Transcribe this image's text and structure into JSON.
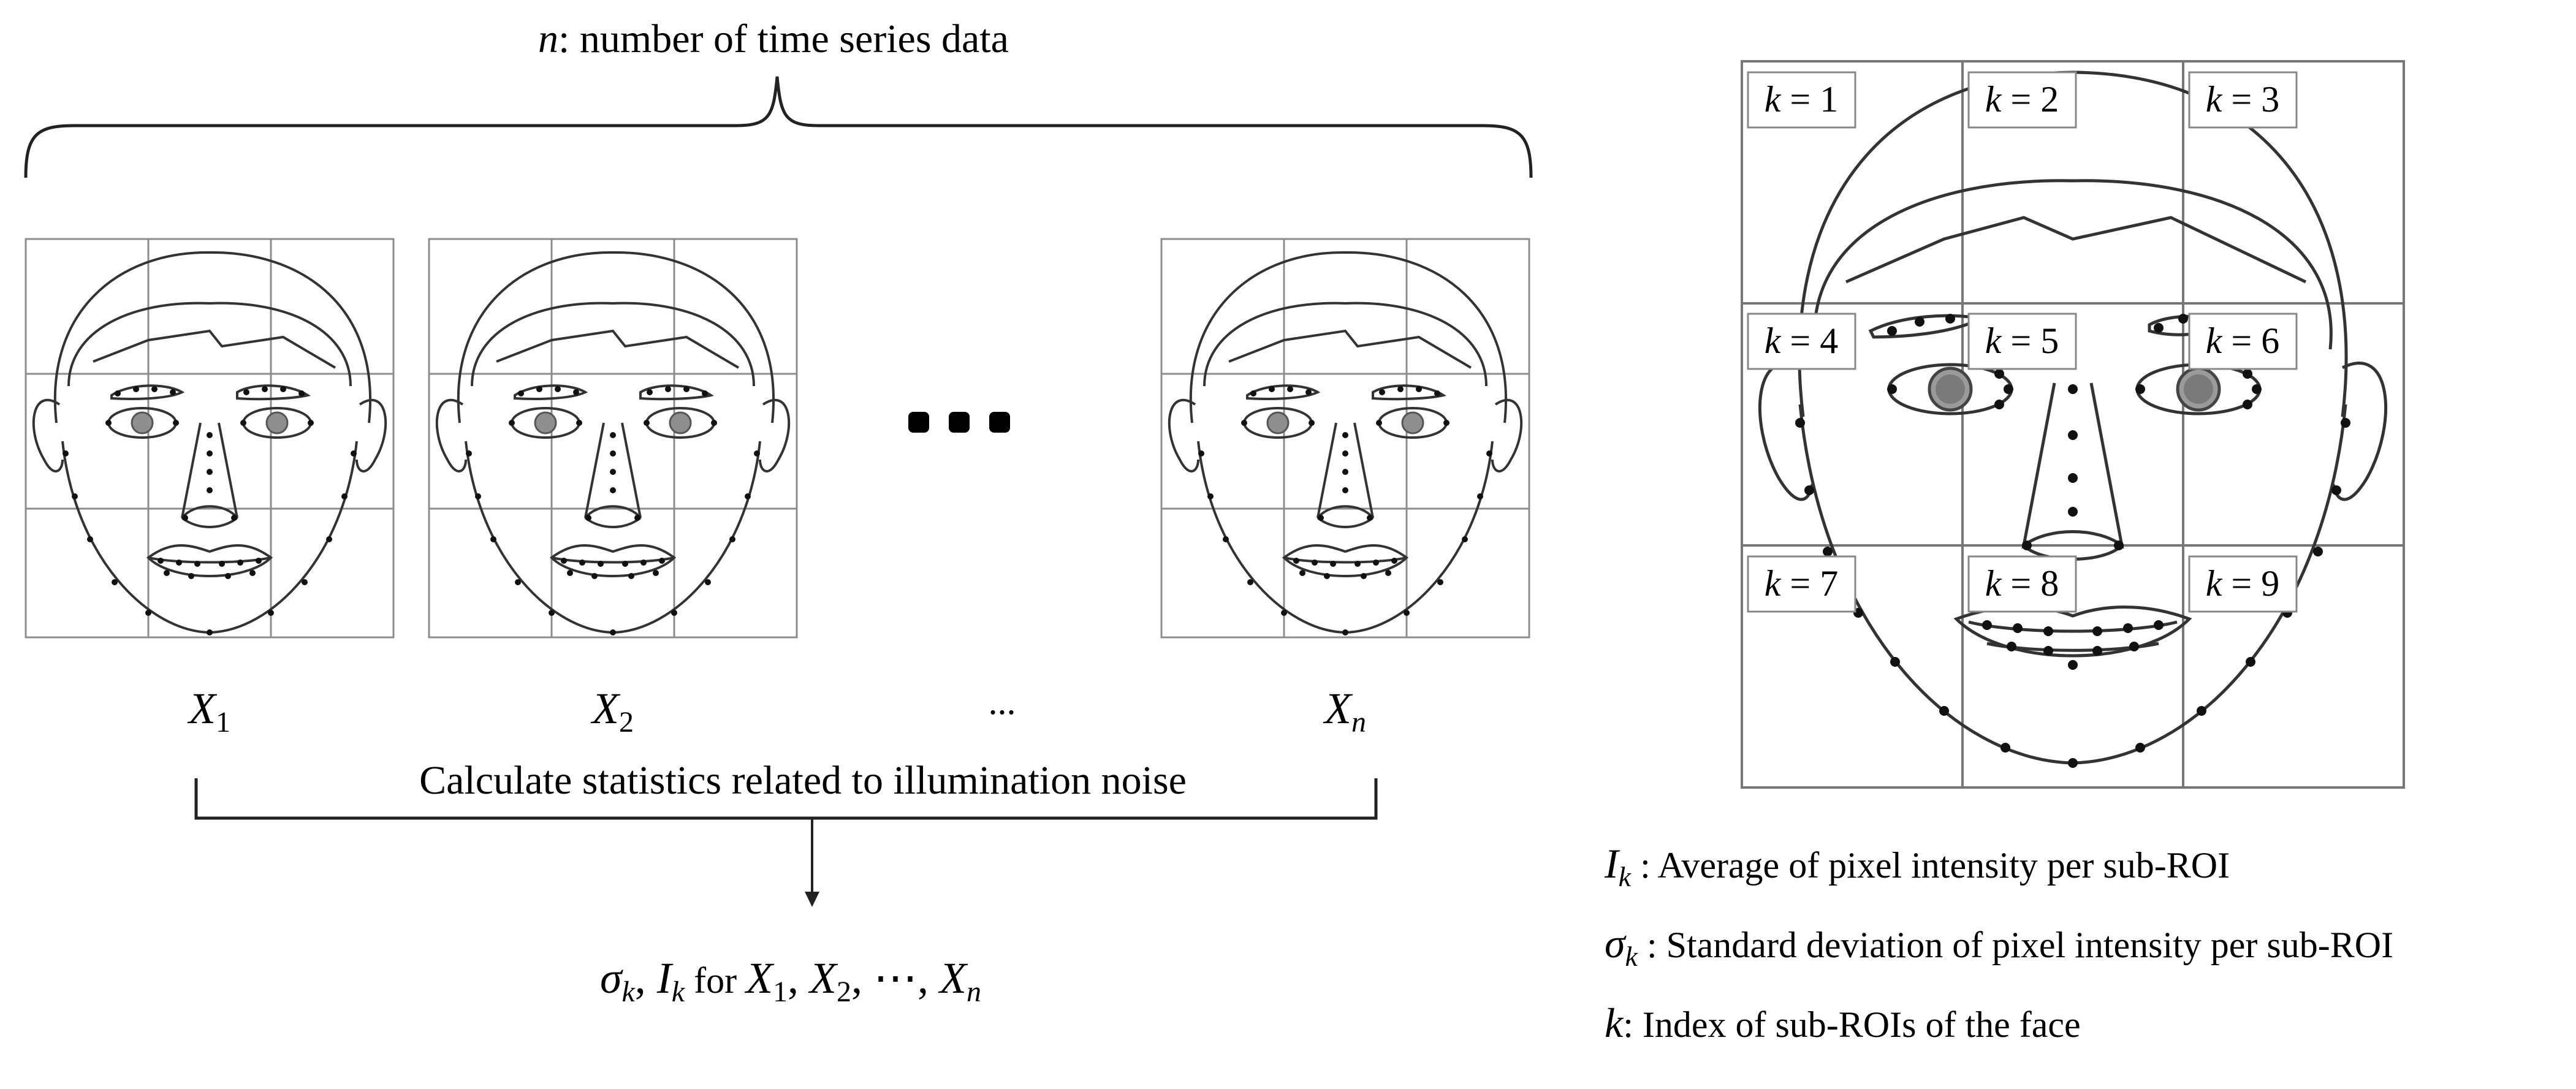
{
  "top_label": "n: number of time series data",
  "top_label_italic": "n",
  "top_label_rest": ": number of time series data",
  "frames": [
    {
      "name": "X",
      "sub": "1"
    },
    {
      "name": "X",
      "sub": "2"
    },
    {
      "name": "X",
      "sub": "n"
    }
  ],
  "ellipsis_dots": "● ● ●",
  "ellipsis_text": "...",
  "calc_label": "Calculate statistics related to illumination noise",
  "output": {
    "sigma": "σ",
    "sub_k": "k",
    "comma": ", ",
    "I": "I",
    "for_text": " for ",
    "x": "X",
    "s1": "1",
    "s2": "2",
    "dots": "⋯",
    "sn": "n"
  },
  "sub_rois": [
    {
      "k": "k",
      "eq": " = 1"
    },
    {
      "k": "k",
      "eq": " = 2"
    },
    {
      "k": "k",
      "eq": " = 3"
    },
    {
      "k": "k",
      "eq": " = 4"
    },
    {
      "k": "k",
      "eq": " = 5"
    },
    {
      "k": "k",
      "eq": " = 6"
    },
    {
      "k": "k",
      "eq": " = 7"
    },
    {
      "k": "k",
      "eq": " = 8"
    },
    {
      "k": "k",
      "eq": " = 9"
    }
  ],
  "legend": [
    {
      "sym": "I",
      "sub": "k",
      "text": " : Average of pixel intensity per sub-ROI"
    },
    {
      "sym": "σ",
      "sub": "k",
      "text": " : Standard deviation of pixel intensity per sub-ROI"
    },
    {
      "sym": "k",
      "sub": "",
      "text": ": Index of sub-ROIs of the face"
    }
  ]
}
